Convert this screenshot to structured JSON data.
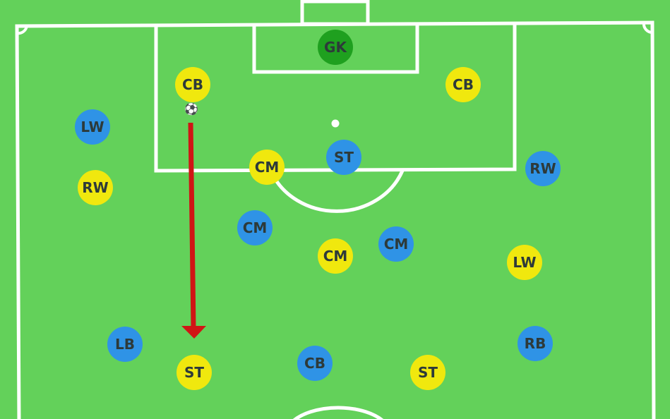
{
  "colors": {
    "grass": "#63d15a",
    "lines": "#ffffff",
    "team_yellow": "#f0e80e",
    "team_blue": "#2f93e6",
    "goalkeeper": "#1fa01f",
    "arrow": "#d01515",
    "label": "#2d3a3a"
  },
  "ball_icon": "soccer-ball-icon",
  "players": [
    {
      "id": "gk",
      "label": "GK",
      "team": "goalkeeper"
    },
    {
      "id": "yellow-cb-left",
      "label": "CB",
      "team": "yellow"
    },
    {
      "id": "yellow-cb-right",
      "label": "CB",
      "team": "yellow"
    },
    {
      "id": "blue-lw",
      "label": "LW",
      "team": "blue"
    },
    {
      "id": "yellow-rw",
      "label": "RW",
      "team": "yellow"
    },
    {
      "id": "yellow-cm-top",
      "label": "CM",
      "team": "yellow"
    },
    {
      "id": "blue-st",
      "label": "ST",
      "team": "blue"
    },
    {
      "id": "blue-rw",
      "label": "RW",
      "team": "blue"
    },
    {
      "id": "blue-cm-left",
      "label": "CM",
      "team": "blue"
    },
    {
      "id": "yellow-cm-mid",
      "label": "CM",
      "team": "yellow"
    },
    {
      "id": "blue-cm-right",
      "label": "CM",
      "team": "blue"
    },
    {
      "id": "yellow-lw",
      "label": "LW",
      "team": "yellow"
    },
    {
      "id": "blue-lb",
      "label": "LB",
      "team": "blue"
    },
    {
      "id": "yellow-st-left",
      "label": "ST",
      "team": "yellow"
    },
    {
      "id": "blue-cb",
      "label": "CB",
      "team": "blue"
    },
    {
      "id": "yellow-st-right",
      "label": "ST",
      "team": "yellow"
    },
    {
      "id": "blue-rb",
      "label": "RB",
      "team": "blue"
    }
  ]
}
